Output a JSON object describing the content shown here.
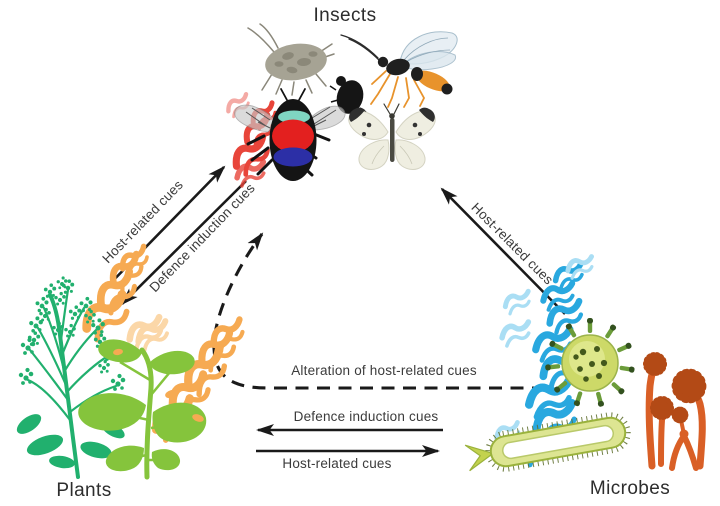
{
  "diagram": {
    "titles": {
      "insects": "Insects",
      "plants": "Plants",
      "microbes": "Microbes"
    },
    "arrow_labels": {
      "plants_to_insects": "Host-related cues",
      "insects_to_plants": "Defence induction cues",
      "microbes_to_insects": "Host-related cues",
      "microbes_alteration_dashed": "Alteration of host-related cues",
      "microbes_to_plants": "Defence induction cues",
      "plants_to_microbes": "Host-related cues"
    },
    "icons": [
      "aphid-icon",
      "parasitoid-wasp-icon",
      "beetle-icon",
      "bumblebee-icon",
      "butterfly-icon",
      "teal-plant-icon",
      "green-plant-icon",
      "virus-icon",
      "bacterium-icon",
      "fungus-icon",
      "scent-wave-icon",
      "arrow-icon",
      "dashed-arrow-icon"
    ],
    "colors": {
      "arrow_color": "#1a1a1a",
      "label_color": "#3b3b3b",
      "title_color": "#2d2d2d",
      "plant_teal": "#21b06e",
      "plant_green": "#85c43c",
      "scent_orange": "#f6aa52",
      "scent_orange_light": "#fbd7a8",
      "scent_red": "#e8453a",
      "scent_blue": "#29a8df",
      "scent_blue_light": "#aadef4",
      "bee_red": "#e3201f",
      "bee_blue": "#2c2fa6",
      "bee_teal": "#7fd6c2",
      "virus_green": "#cdd968",
      "virus_spike_green": "#6b9c3a",
      "bacterium_green": "#dde592",
      "fungus_orange": "#d95f26",
      "fungus_head_orange": "#b34a16",
      "butterfly_cream": "#efeee1",
      "wasp_orange": "#e8932c",
      "aphid_gray": "#a6a394"
    }
  }
}
